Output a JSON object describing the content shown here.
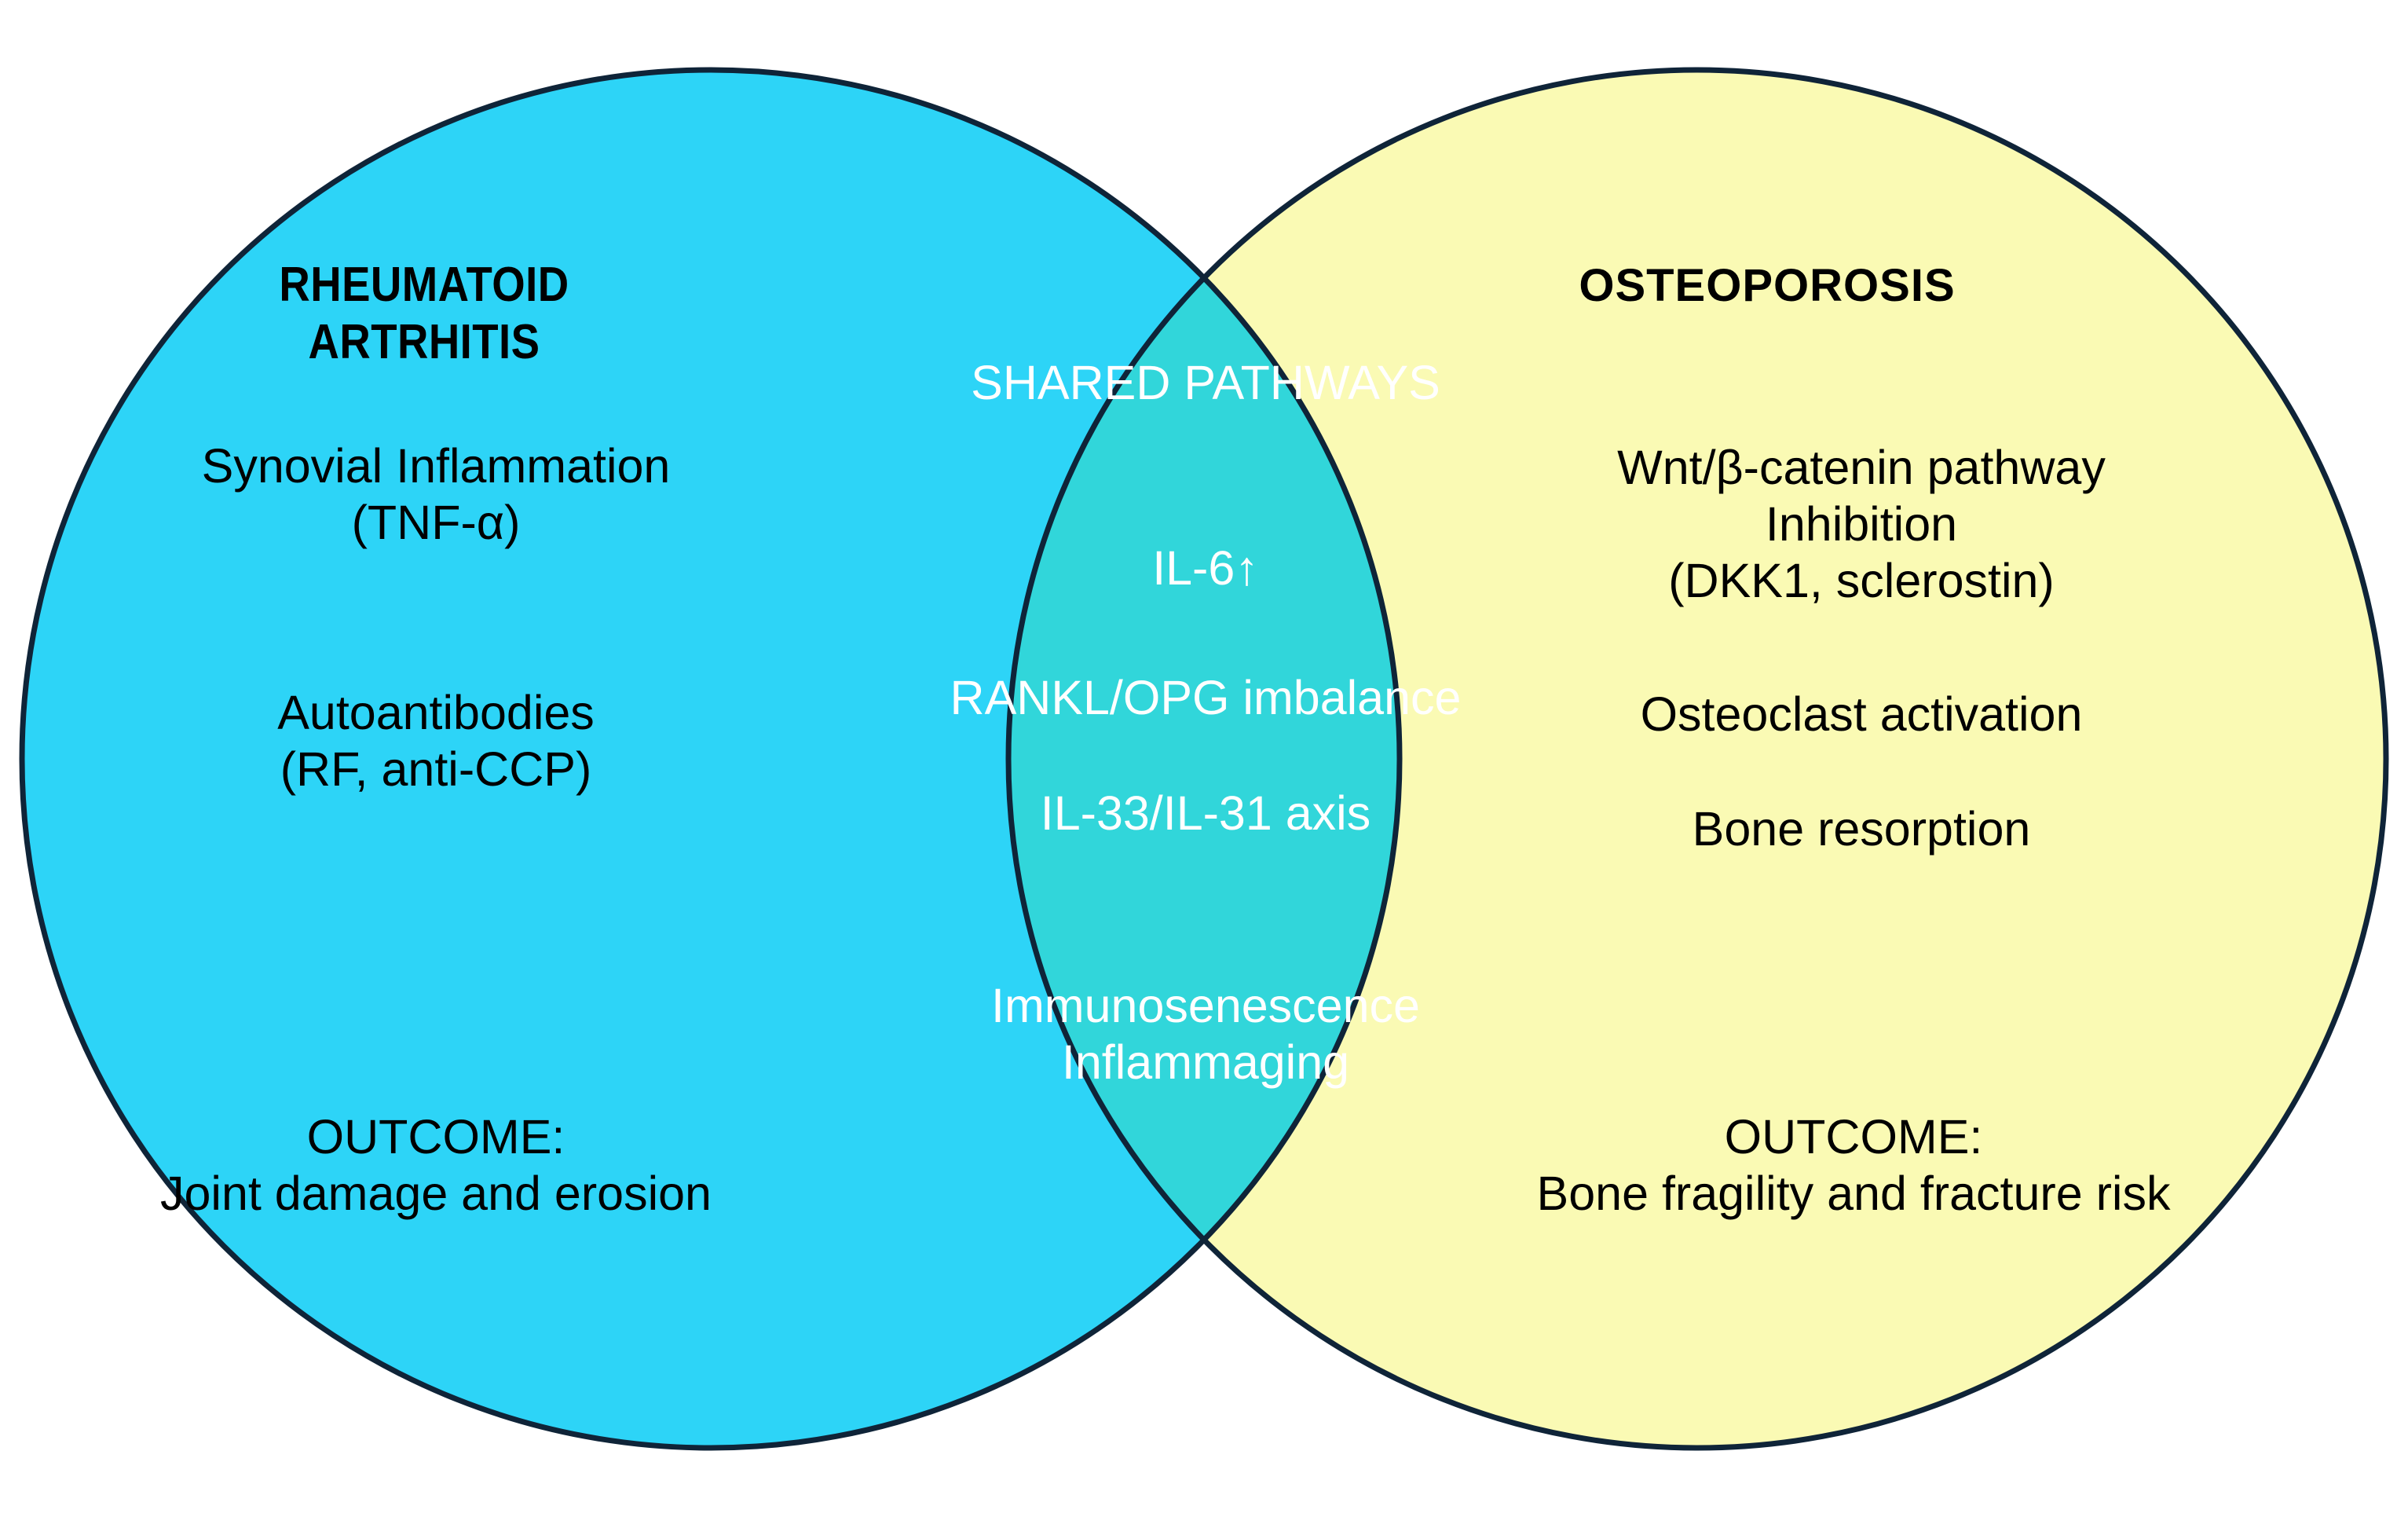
{
  "diagram": {
    "type": "venn",
    "title": "",
    "background_color": "#ffffff",
    "stroke_color": "#0f2438",
    "sets": [
      {
        "id": "rheumatoid-arthritis",
        "label": "RHEUMATOID ARTRHITIS",
        "fill_color": "#2dd4f7",
        "label_color": "#000000",
        "items": [
          "Synovial Inflammation\n(TNF-α)",
          "Autoantibodies\n(RF, anti-CCP)"
        ],
        "outcome": "OUTCOME:\nJoint damage and erosion"
      },
      {
        "id": "osteoporosis",
        "label": "OSTEOPOROSIS",
        "fill_color": "#fafab4",
        "label_color": "#000000",
        "items": [
          "Wnt/β-catenin pathway\nInhibition\n(DKK1, sclerostin)",
          "Osteoclast activation",
          "Bone resorption"
        ],
        "outcome": "OUTCOME:\nBone fragility and fracture risk"
      }
    ],
    "intersection": {
      "id": "shared-pathways",
      "label": "SHARED PATHWAYS",
      "fill_color": "#31d6da",
      "label_color": "#ffffff",
      "items": [
        "IL-6↑",
        "RANKL/OPG imbalance",
        "IL-33/IL-31 axis",
        "Immunosenescence\nInflammaging"
      ]
    }
  }
}
